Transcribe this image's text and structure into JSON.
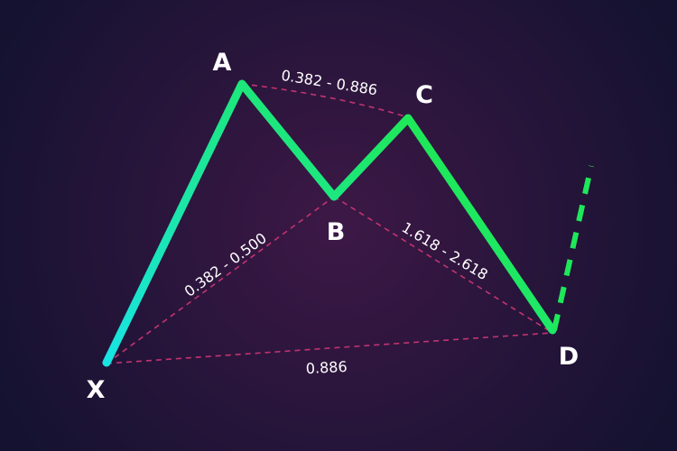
{
  "colors": {
    "background_center": "#3d1846",
    "background_edge": "#141230",
    "line_start": "#19e4e4",
    "line_end": "#1ee85a",
    "guide": "#c2346f",
    "text": "#ffffff"
  },
  "points": {
    "x": "X",
    "a": "A",
    "b": "B",
    "c": "C",
    "d": "D"
  },
  "ratios": {
    "ac": "0.382 - 0.886",
    "xb": "0.382 - 0.500",
    "bd": "1.618 - 2.618",
    "xd": "0.886"
  }
}
